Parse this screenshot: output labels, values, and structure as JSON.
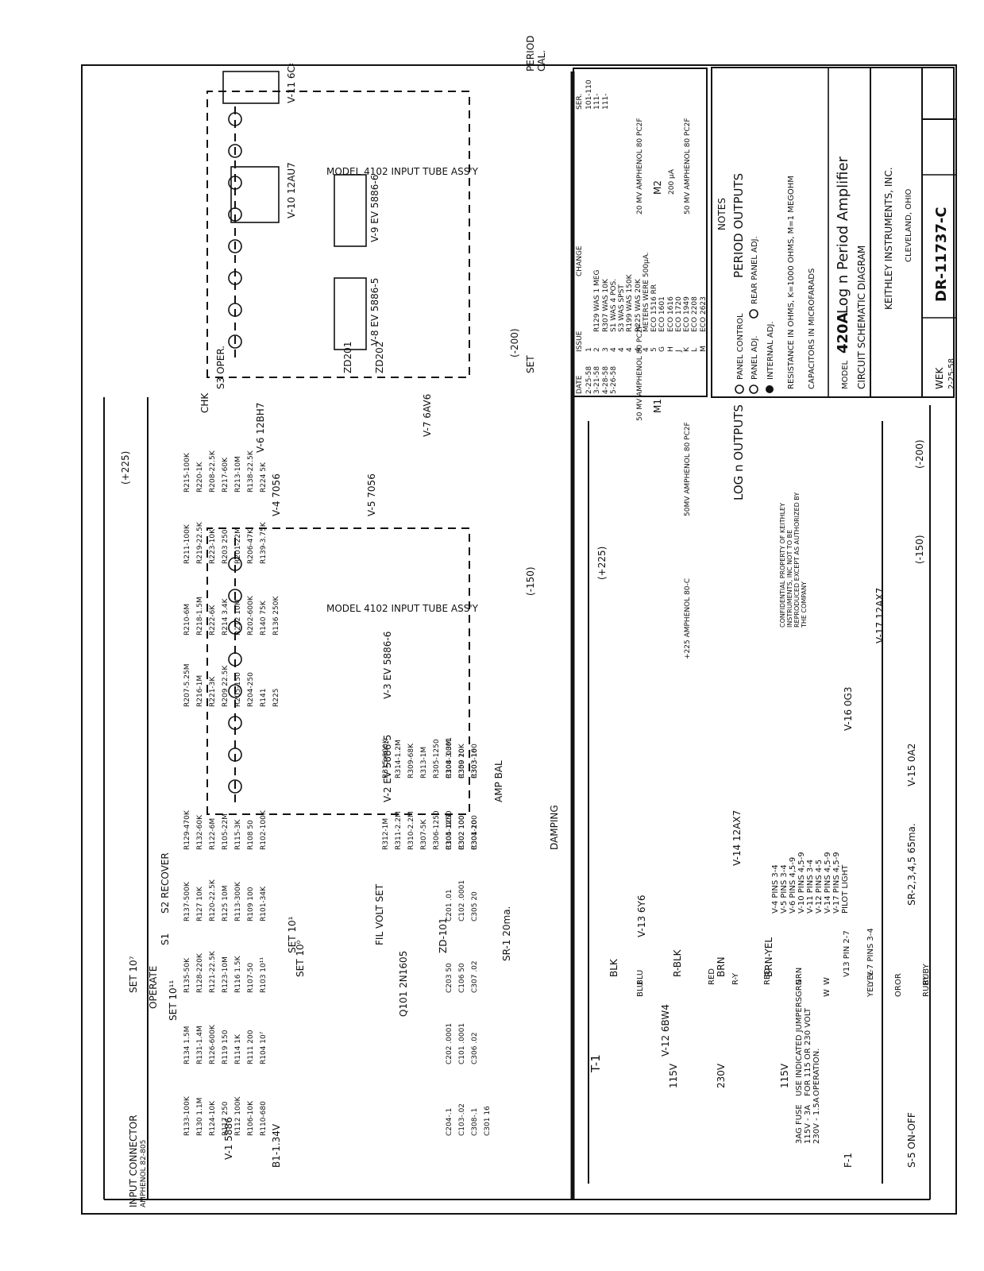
{
  "frame": {
    "border_color": "#111111",
    "paper": "#ffffff"
  },
  "title_block": {
    "model_prefix": "MODEL",
    "model_number": "420A",
    "model_name": "Log n Period Amplifier",
    "subtitle": "CIRCUIT SCHEMATIC DIAGRAM",
    "company": "KEITHLEY INSTRUMENTS, INC.",
    "city": "CLEVELAND, OHIO",
    "drawn_by": "WEK",
    "date": "2-25-58",
    "drawing_number": "DR-11737-C",
    "notes_heading": "NOTES",
    "notes": [
      "PANEL CONTROL",
      "PANEL ADJ.",
      "REAR PANEL ADJ.",
      "INTERNAL ADJ.",
      "RESISTANCE IN OHMS, K=1000 OHMS, M=1 MEGOHM",
      "CAPACITORS IN MICROFARADS"
    ],
    "change_headers": [
      "DATE",
      "ISSUE",
      "CHANGE",
      "SER."
    ],
    "changes": [
      [
        "2-25-58",
        "1",
        "",
        "101-110"
      ],
      [
        "3-21-58",
        "2",
        "R129 WAS 1 MEG",
        "111-"
      ],
      [
        "4-28-58",
        "3",
        "R307 WAS 10K",
        "111-"
      ],
      [
        "5-26-58",
        "4",
        "S1 WAS 4 POS.",
        ""
      ],
      [
        "",
        "4",
        "S3 WAS SPST",
        ""
      ],
      [
        "",
        "4",
        "R199 WAS 150K",
        ""
      ],
      [
        "",
        "4",
        "R225 WAS 20K",
        ""
      ],
      [
        "",
        "4",
        "METERS WERE 500μA.",
        ""
      ],
      [
        "",
        "5",
        "ECO 1516 RR",
        ""
      ],
      [
        "",
        "G",
        "ECO 1601",
        ""
      ],
      [
        "",
        "H",
        "ECO 1616",
        ""
      ],
      [
        "",
        "J",
        "ECO 1720",
        ""
      ],
      [
        "",
        "K",
        "ECO 1949",
        ""
      ],
      [
        "",
        "L",
        "ECO 2208",
        ""
      ],
      [
        "",
        "M",
        "ECO 2623",
        ""
      ]
    ]
  },
  "confidential": "CONFIDENTIAL PROPERTY OF KEITHLEY INSTRUMENTS, INC NOT TO BE REPRODUCED EXCEPT AS AUTHORIZED BY THE COMPANY",
  "outputs": {
    "period_heading": "PERIOD OUTPUTS",
    "log_heading": "LOG n OUTPUTS",
    "period_cal": "PERIOD CAL.",
    "jack_20mv": "20 MV AMPHENOL 80 PC2F",
    "jack_50mv_period": "50 MV AMPHENOL 80 PC2F",
    "jack_50mv_log": "50 MV AMPHENOL 80 PC2F",
    "jack_50mv_log2": "50MV AMPHENOL 80 PC2F",
    "jack_225": "+225 AMPHENOL 80-C",
    "meter_m1": "M1",
    "meter_m2": "M2",
    "meter_range": "200 μA"
  },
  "tubes": {
    "v1": "V-1 5886",
    "v2": "V-2 EV 5886-5",
    "v3": "V-3 EV 5886-6",
    "v4": "V-4 7056",
    "v5": "V-5 7056",
    "v6": "V-6 12BH7",
    "v7": "V-7 6AV6",
    "v8": "V-8 EV 5886-5",
    "v9": "V-9 EV 5886-6",
    "v10": "V-10 12AU7",
    "v11": "V-11 6C4",
    "v12": "V-12 6BW4",
    "v13": "V-13 6Y6",
    "v14": "V-14 12AX7",
    "v15": "V-15 0A2",
    "v16": "V-16 0G3",
    "v17": "V-17 12AX7"
  },
  "assemblies": {
    "a1": "MODEL 4102 INPUT TUBE ASS'Y",
    "a2": "MODEL 4102 INPUT TUBE ASS'Y"
  },
  "resistors_top": [
    "R207-5.25M",
    "R210-6M",
    "R211-100K",
    "R215-100K",
    "R216-1M",
    "R218-1.5M",
    "R219-22.5K",
    "R220-1K",
    "R221-3K",
    "R222-6K",
    "R223-10K",
    "R208-22.5K",
    "R209 22.5K",
    "R214 3.4K",
    "R203 250",
    "R217-60K",
    "R205-150",
    "R212 10M",
    "R201-22M",
    "R213-10M",
    "R204-250",
    "R202-600K",
    "R206-47K",
    "R138-22.5K",
    "R141",
    "R140 75K",
    "R139-3.75K",
    "R224 5K",
    "R225",
    "R136 250K"
  ],
  "resistors_mid": [
    "R133-100K",
    "R134 1.5M",
    "R135-50K",
    "R137-500K",
    "R129-470K",
    "R130 1.1M",
    "R131-1.4M",
    "R128-220K",
    "R127 10K",
    "R132-60K",
    "R124-10K",
    "R126-600K",
    "R121-22.5K",
    "R120-22.5K",
    "R122-6M",
    "R117 250",
    "R119 150",
    "R123-10M",
    "R125 10M",
    "R105-22M",
    "R112 100K",
    "R114 1K",
    "R116 1.5K",
    "R113-300K",
    "R115-3K",
    "R106-10K",
    "R111 200",
    "R107-50",
    "R109 100",
    "R108 50",
    "R110-680",
    "R104 10⁷",
    "R103 10¹¹",
    "R101-34K",
    "R102-100K"
  ],
  "resistors_ps": [
    "R312-1M",
    "R315-600K",
    "R311-2.2M",
    "R314-1.2M",
    "R310-2.2M",
    "R309-68K",
    "R307-5K",
    "R313-1M",
    "R306-1250",
    "R305-1250",
    "R304-1250",
    "R308-3.3M",
    "R302 100",
    "R350 10K",
    "R301-100",
    "R303-100"
  ],
  "capacitors": [
    "C204-.1",
    "C202 .0001",
    "C203 50",
    "C201 .01",
    "C105 .001",
    "C104 .0001",
    "C103-.02",
    "C101 .0001",
    "C106 50",
    "C102 .0001",
    "C302 100",
    "C309 20",
    "C308-.1",
    "C306 .02",
    "C307 .02",
    "C305 20",
    "C304 20",
    "C303 16",
    "C301 16"
  ],
  "semis": {
    "zd201": "ZD201",
    "zd202": "ZD202",
    "zd101": "ZD-101",
    "q101": "Q101 2N1605",
    "sr1": "SR-1 20ma.",
    "sr2345": "SR-2,3,4,5 65ma.",
    "b1": "B1-1.34V"
  },
  "switches": {
    "s1": "S1",
    "s2": "S2 RECOVER",
    "s3": "S3 OPER.",
    "s5": "S-5 ON-OFF",
    "chk": "CHK",
    "set107": "SET 10⁷",
    "operate": "OPERATE",
    "set1011": "SET 10¹¹",
    "set10p": "SET 10⁰",
    "set10r": "SET 10¹",
    "fil": "FIL VOLT SET",
    "damping": "DAMPING",
    "ampbal": "AMP BAL",
    "set_cal": "SET"
  },
  "voltages": {
    "p225": "(+225)",
    "m200": "(-200)",
    "m150": "(-150)",
    "p225b": "(+225)",
    "m150b": "(-150)",
    "m200b": "(-200)"
  },
  "input": {
    "label": "INPUT CONNECTOR",
    "part": "AMPHENOL 82-805"
  },
  "transformer": {
    "name": "T-1",
    "leads": [
      "BLK",
      "R-BLK",
      "BRN",
      "BRN-YEL"
    ],
    "secondary": [
      "BLU",
      "BLU",
      "RED",
      "R-Y",
      "RED",
      "GRN",
      "GRN",
      "W",
      "W",
      "YEL",
      "YEL",
      "OR",
      "OR",
      "RUBY",
      "RUBY"
    ],
    "taps": [
      "115V",
      "230V",
      "115V"
    ],
    "jumper_note": "USE INDICATED JUMPERS FOR 115 OR 230 VOLT OPERATION.",
    "fuse": "F-1",
    "fuse_note": "3AG FUSE 115V - 3A 230V - 1.5A"
  },
  "heater_notes": [
    "V-4 PINS 3-4",
    "V-5 PINS 3-4",
    "V-6 PINS 4,5-9",
    "V-10 PINS 4,5-9",
    "V-11 PINS 3-4",
    "V-12 PINS 4-5",
    "V-14 PINS 4,5-9",
    "V-17 PINS 4,5-9",
    "PILOT LIGHT"
  ],
  "heater_v13": "V13 PIN 2-7",
  "heater_v7": "V-7 PINS 3-4"
}
